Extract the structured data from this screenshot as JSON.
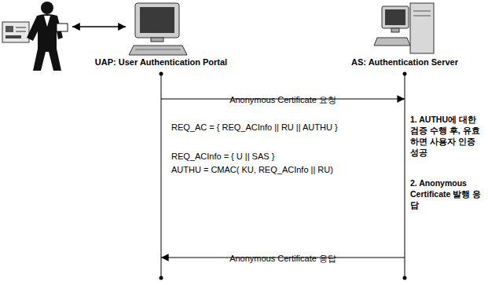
{
  "diagram": {
    "nodes": [
      {
        "text": [
          "UAP: User Authentication Portal"
        ]
      },
      {
        "text": [
          "AS: Authentication Server"
        ]
      }
    ],
    "edges": [
      {
        "from": 0,
        "to": 1,
        "arrow": "to",
        "label": "Anonymous Certificate 요청"
      },
      {
        "from": 1,
        "to": 0,
        "arrow": "to",
        "label": "Anonymous Certificate 응답"
      }
    ],
    "labels": [
      "REQ_AC = { REQ_ACInfo || RU || AUTHU }",
      "REQ_ACInfo = { U || SAS }",
      "AUTHU = CMAC( KU, REQ_ACInfo || RU)",
      "1. AUTHU에 대한 검증 수행 후, 유효하면 사용자 인증 성공",
      "2. Anonymous Certificate 발행 응답"
    ]
  }
}
